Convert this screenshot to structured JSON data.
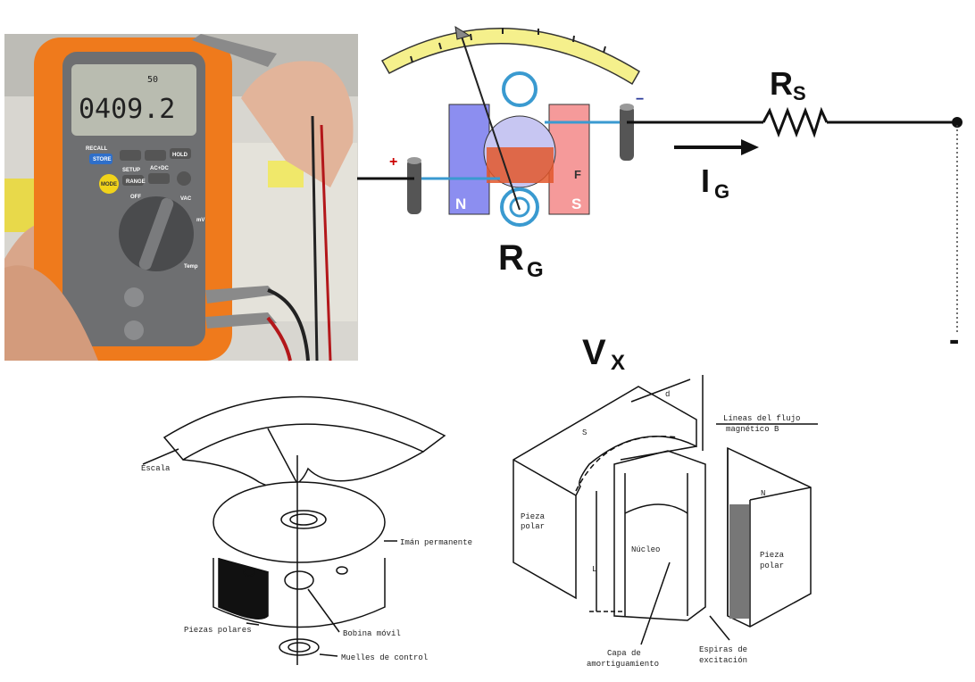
{
  "multimeter_photo": {
    "display_main": "0409.2",
    "display_small": "50",
    "buttons": [
      "RECALL",
      "STORE",
      "MODE",
      "SETUP",
      "RANGE",
      "AC+DC",
      "HOLD"
    ],
    "dial_labels": [
      "OFF",
      "VAC",
      "mV",
      "Temp"
    ]
  },
  "galvanometer_circuit": {
    "plus_sign": "+",
    "minus_sign": "−",
    "north_label": "N",
    "south_label": "S",
    "force_label": "F",
    "rg_label": "R",
    "rg_sub": "G",
    "rs_label": "R",
    "rs_sub": "S",
    "ig_label": "I",
    "ig_sub": "G",
    "vx_label": "V",
    "vx_sub": "X",
    "terminal_minus": "-",
    "colors": {
      "scale": "#f5f08c",
      "north": "#8c8ef0",
      "south": "#f59a9a",
      "spring": "#3a9ad0",
      "coil": "#e2572c"
    }
  },
  "dArsonval_drawing": {
    "labels": {
      "scale": "Escala",
      "magnet": "Imán permanente",
      "pole_pieces": "Piezas polares",
      "coil": "Bobina móvil",
      "springs": "Muelles de control"
    }
  },
  "coil_drawing": {
    "labels": {
      "flux": "Líneas del flujo",
      "flux2": "magnético B",
      "pole_left": "Pieza",
      "pole_left2": "polar",
      "pole_right": "Pieza",
      "pole_right2": "polar",
      "core": "Núcleo",
      "damping": "Capa de",
      "damping2": "amortiguamiento",
      "turns": "Espiras de",
      "turns2": "excitación",
      "s": "S",
      "n": "N",
      "d": "d",
      "l": "L"
    }
  }
}
